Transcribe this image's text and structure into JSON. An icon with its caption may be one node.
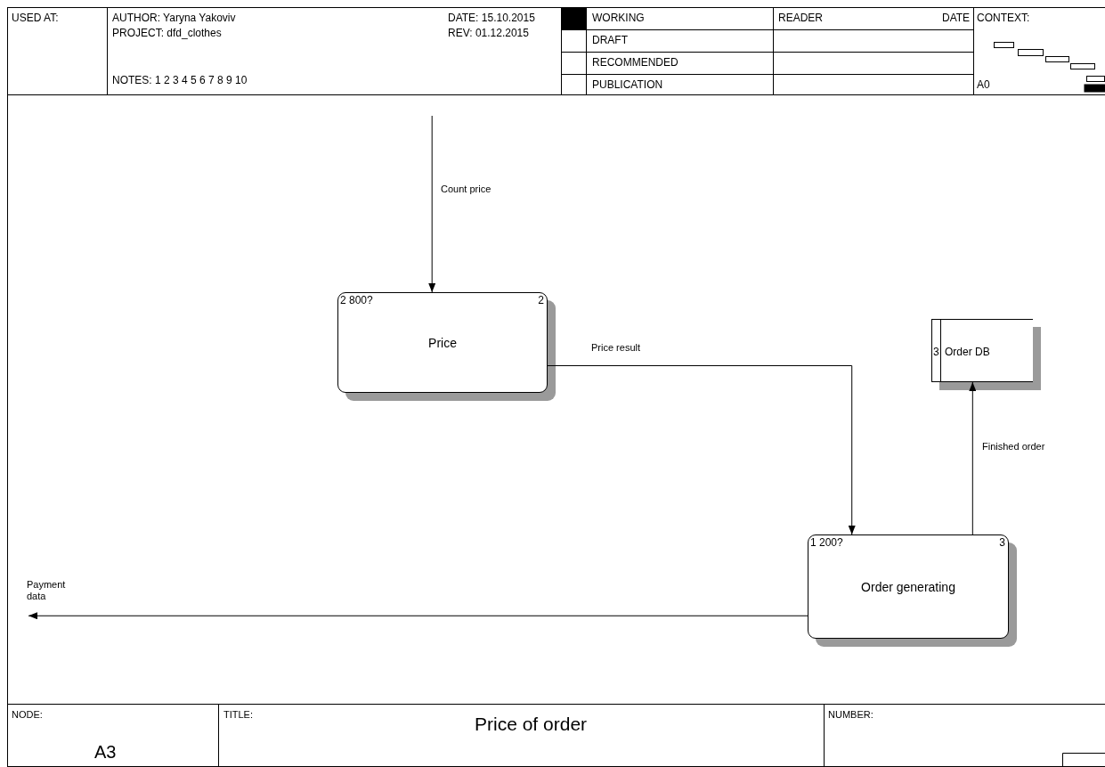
{
  "diagram": {
    "title": "Price of order",
    "nodes": [
      {
        "text": [
          "2 800?",
          "2",
          "Price"
        ]
      },
      {
        "text": [
          "3",
          "Order DB"
        ]
      },
      {
        "text": [
          "1 200?",
          "3",
          "Order generating"
        ]
      }
    ],
    "edges": [
      {
        "from": null,
        "to": 0,
        "arrow": "to",
        "label": "Count price"
      },
      {
        "from": 0,
        "to": 2,
        "arrow": "to",
        "label": "Price result"
      },
      {
        "from": 2,
        "to": 1,
        "arrow": "to",
        "label": "Finished order"
      },
      {
        "from": 2,
        "to": null,
        "arrow": "to",
        "label": "Payment data"
      }
    ],
    "labels": [
      "USED AT:",
      "AUTHOR: Yaryna Yakoviv",
      "DATE: 15.10.2015",
      "PROJECT: dfd_clothes",
      "REV: 01.12.2015",
      "NOTES: 1 2 3 4 5 6 7 8 9 10",
      "WORKING",
      "READER",
      "DATE",
      "CONTEXT:",
      "DRAFT",
      "RECOMMENDED",
      "PUBLICATION",
      "A0",
      "NODE:",
      "A3",
      "TITLE:",
      "NUMBER:"
    ]
  }
}
